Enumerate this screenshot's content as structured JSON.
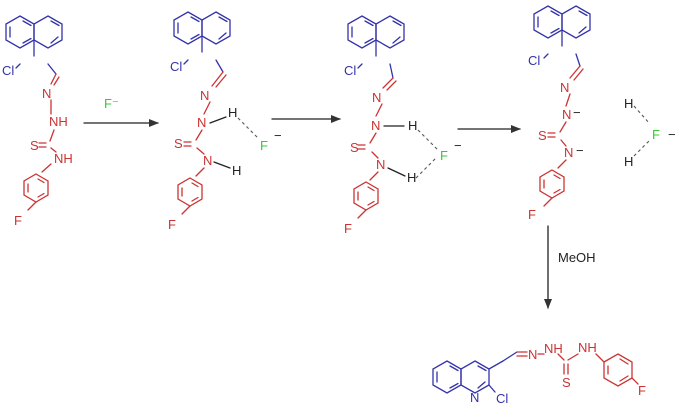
{
  "atoms": {
    "cl": "Cl",
    "n": "N",
    "s": "S",
    "f": "F",
    "h": "H",
    "nh": "NH",
    "nnh": "NH",
    "minus": "−"
  },
  "reagents": {
    "fluoride": "F⁻",
    "solvent": "MeOH"
  },
  "colors": {
    "quinoline": "#3333aa",
    "hydrazone": "#cc3333",
    "fluoride": "#33cc33",
    "bonds": "#222222"
  }
}
